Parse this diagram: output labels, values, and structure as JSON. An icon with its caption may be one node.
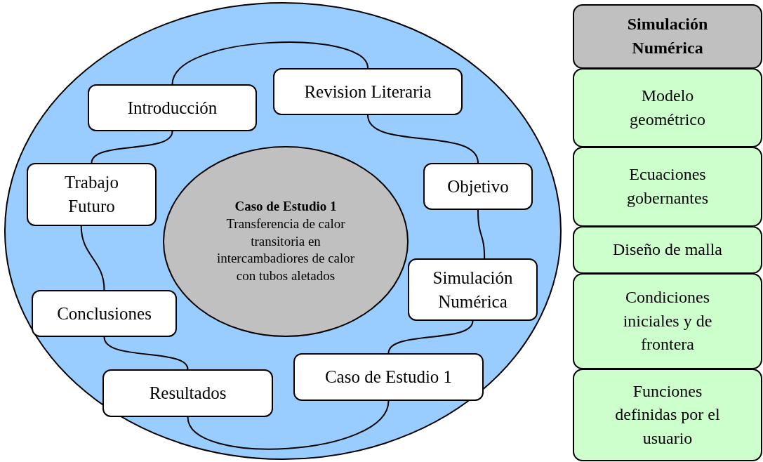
{
  "diagram": {
    "nodes": [
      {
        "text": [],
        "shape": "ellipse"
      },
      {
        "text": [
          "Introducción"
        ],
        "in": 0
      },
      {
        "text": [
          "Revision Literaria"
        ],
        "in": 0
      },
      {
        "text": [
          "Trabajo Futuro"
        ],
        "in": 0
      },
      {
        "text": [
          "Caso de Estudio 1",
          "Transferencia de calor transitoria en intercambadiores de calor con tubos aletados"
        ],
        "in": 0
      },
      {
        "text": [
          "Objetivo"
        ],
        "in": 0
      },
      {
        "text": [
          "Simulación Numérica"
        ],
        "in": 0
      },
      {
        "text": [
          "Conclusiones"
        ],
        "in": 0
      },
      {
        "text": [
          "Caso de Estudio 1"
        ],
        "in": 0
      },
      {
        "text": [
          "Resultados"
        ],
        "in": 0
      },
      {
        "text": [
          "Simulación Numérica"
        ]
      },
      {
        "text": [
          "Modelo geométrico"
        ]
      },
      {
        "text": [
          "Ecuaciones gobernantes"
        ]
      },
      {
        "text": [
          "Diseño de malla"
        ]
      },
      {
        "text": [
          "Condiciones iniciales y de frontera"
        ]
      },
      {
        "text": [
          "Funciones definidas por el usuario"
        ]
      }
    ],
    "edges": [
      {
        "from": 1,
        "to": 2,
        "arrow": "none"
      },
      {
        "from": 2,
        "to": 5,
        "arrow": "none"
      },
      {
        "from": 5,
        "to": 6,
        "arrow": "none"
      },
      {
        "from": 6,
        "to": 8,
        "arrow": "none"
      },
      {
        "from": 8,
        "to": 9,
        "arrow": "none"
      },
      {
        "from": 9,
        "to": 7,
        "arrow": "none"
      },
      {
        "from": 7,
        "to": 3,
        "arrow": "none"
      },
      {
        "from": 3,
        "to": 1,
        "arrow": "none"
      }
    ]
  }
}
